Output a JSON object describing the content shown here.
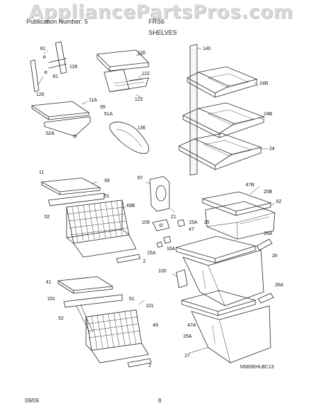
{
  "watermark": "AppliancePartsPros.com",
  "header": {
    "left": "Publication Number: 5",
    "right": "FRS6",
    "section": "SHELVES"
  },
  "diagram_code": "N58SEHLBC13",
  "footer": {
    "date": "09/09",
    "page": "8"
  },
  "callouts": {
    "c81a": "81",
    "c126a": "126",
    "c81b": "81",
    "c126b": "126",
    "c120": "120",
    "c122": "122",
    "c121": "121",
    "c11a": "11A",
    "c39a": "39",
    "c51a": "51A",
    "c52a": "52A",
    "c136": "136",
    "c140": "140",
    "c24ba": "24B",
    "c24bb": "24B",
    "c24": "24",
    "c11": "11",
    "c39b": "39",
    "c51b": "51",
    "c49b": "49B",
    "c52b": "52",
    "c97": "97",
    "c21": "21",
    "c109": "109",
    "c15aa": "15A",
    "c47a": "47",
    "c16a": "16A",
    "c15ab": "15A",
    "c2a": "2",
    "c47b": "47B",
    "c25b": "25B",
    "c62": "62",
    "c25": "25",
    "c26aa": "26A",
    "c26": "26",
    "c100": "100",
    "c26ab": "26A",
    "c41": "41",
    "c101a": "101",
    "c51c": "51",
    "c101b": "101",
    "c52c": "52",
    "c49": "49",
    "c47aa": "47A",
    "c25a": "25A",
    "c27": "27",
    "c2b": "2"
  }
}
